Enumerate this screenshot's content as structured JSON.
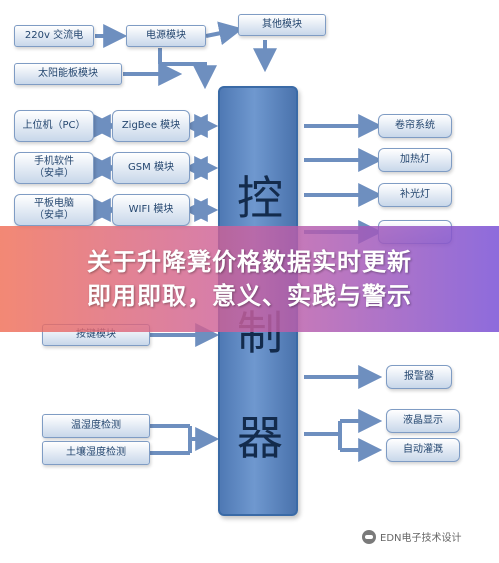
{
  "diagram": {
    "controller": {
      "chars": [
        "控",
        "制",
        "器"
      ]
    },
    "left_boxes": [
      {
        "id": "power_220v",
        "label": "220v 交流电"
      },
      {
        "id": "solar",
        "label": "太阳能板模块"
      },
      {
        "id": "pc",
        "label": "上位机（PC）"
      },
      {
        "id": "phone",
        "line1": "手机软件",
        "line2": "（安卓）"
      },
      {
        "id": "tablet",
        "line1": "平板电脑",
        "line2": "（安卓）"
      },
      {
        "id": "keys",
        "label": "按键模块"
      },
      {
        "id": "temp_humidity",
        "label": "温湿度检测"
      },
      {
        "id": "soil",
        "label": "土壤湿度检测"
      }
    ],
    "middle_boxes": [
      {
        "id": "power_module",
        "label": "电源模块"
      },
      {
        "id": "zigbee",
        "label": "ZigBee 模块"
      },
      {
        "id": "gsm",
        "label": "GSM 模块"
      },
      {
        "id": "wifi",
        "label": "WIFI 模块"
      }
    ],
    "top_right_box": {
      "label": "其他模块"
    },
    "right_boxes": [
      {
        "id": "shade",
        "label": "卷帘系统"
      },
      {
        "id": "heater",
        "label": "加热灯"
      },
      {
        "id": "fill_light",
        "label": "补光灯"
      },
      {
        "id": "alarm",
        "label": "报警器"
      },
      {
        "id": "lcd",
        "label": "液晶显示"
      },
      {
        "id": "irrigation",
        "label": "自动灌溉"
      }
    ],
    "colors": {
      "controller": "#5b86c0",
      "box_border": "#7f9cc4",
      "text": "#24466f",
      "arrow": "#6e8fbf"
    }
  },
  "banner": {
    "line1": "关于升降凳价格数据实时更新",
    "line2": "即用即取，意义、实践与警示"
  },
  "watermark": {
    "icon": "wechat-icon",
    "text": "EDN电子技术设计"
  }
}
